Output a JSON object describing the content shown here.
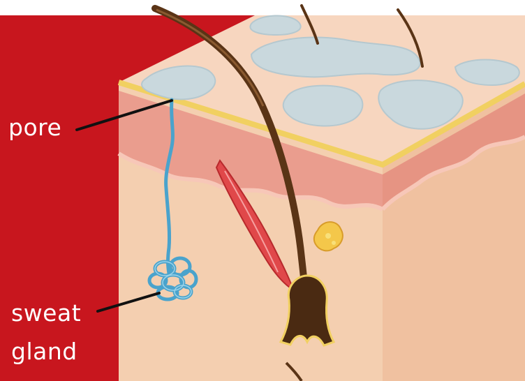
{
  "labels": {
    "pore": "pore",
    "sweat_gland_line1": "sweat",
    "sweat_gland_line2": "gland"
  },
  "colors": {
    "background_red": "#c8161e",
    "skin_top": "#f5cbb0",
    "skin_side": "#f1c7a6",
    "epidermis_band": "#e9a090",
    "hair": "#5a3416",
    "sweat_duct": "#4aa3cc",
    "pore_patch": "#c9d8dd",
    "leader_line": "#111111",
    "label_text": "#ffffff"
  }
}
